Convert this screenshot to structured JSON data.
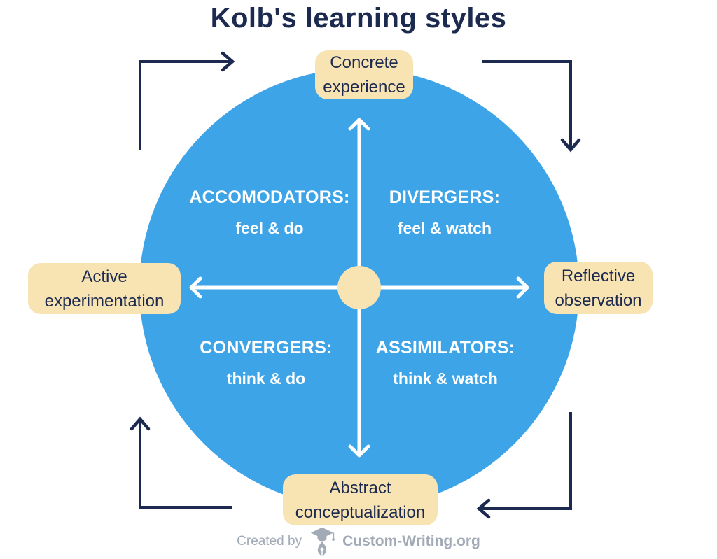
{
  "title": "Kolb's learning styles",
  "colors": {
    "background": "#ffffff",
    "circle_blue": "#3ea4e8",
    "label_cream": "#f8e3b3",
    "navy": "#1b2a4e",
    "arrow_white": "#ffffff",
    "footer_gray": "#a2aab6"
  },
  "axis_labels": {
    "top": {
      "line1": "Concrete",
      "line2": "experience"
    },
    "right": {
      "line1": "Reflective",
      "line2": "observation"
    },
    "bottom": {
      "line1": "Abstract",
      "line2": "conceptualization"
    },
    "left": {
      "line1": "Active",
      "line2": "experimentation"
    }
  },
  "quadrants": {
    "top_left": {
      "heading": "ACCOMODATORS:",
      "subtitle": "feel & do"
    },
    "top_right": {
      "heading": "DIVERGERS:",
      "subtitle": "feel & watch"
    },
    "bottom_left": {
      "heading": "CONVERGERS:",
      "subtitle": "think & do"
    },
    "bottom_right": {
      "heading": "ASSIMILATORS:",
      "subtitle": "think & watch"
    }
  },
  "footer": {
    "created_by": "Created by",
    "brand": "Custom-Writing.org",
    "logo_icon": "graduation-cap-pen-icon"
  }
}
